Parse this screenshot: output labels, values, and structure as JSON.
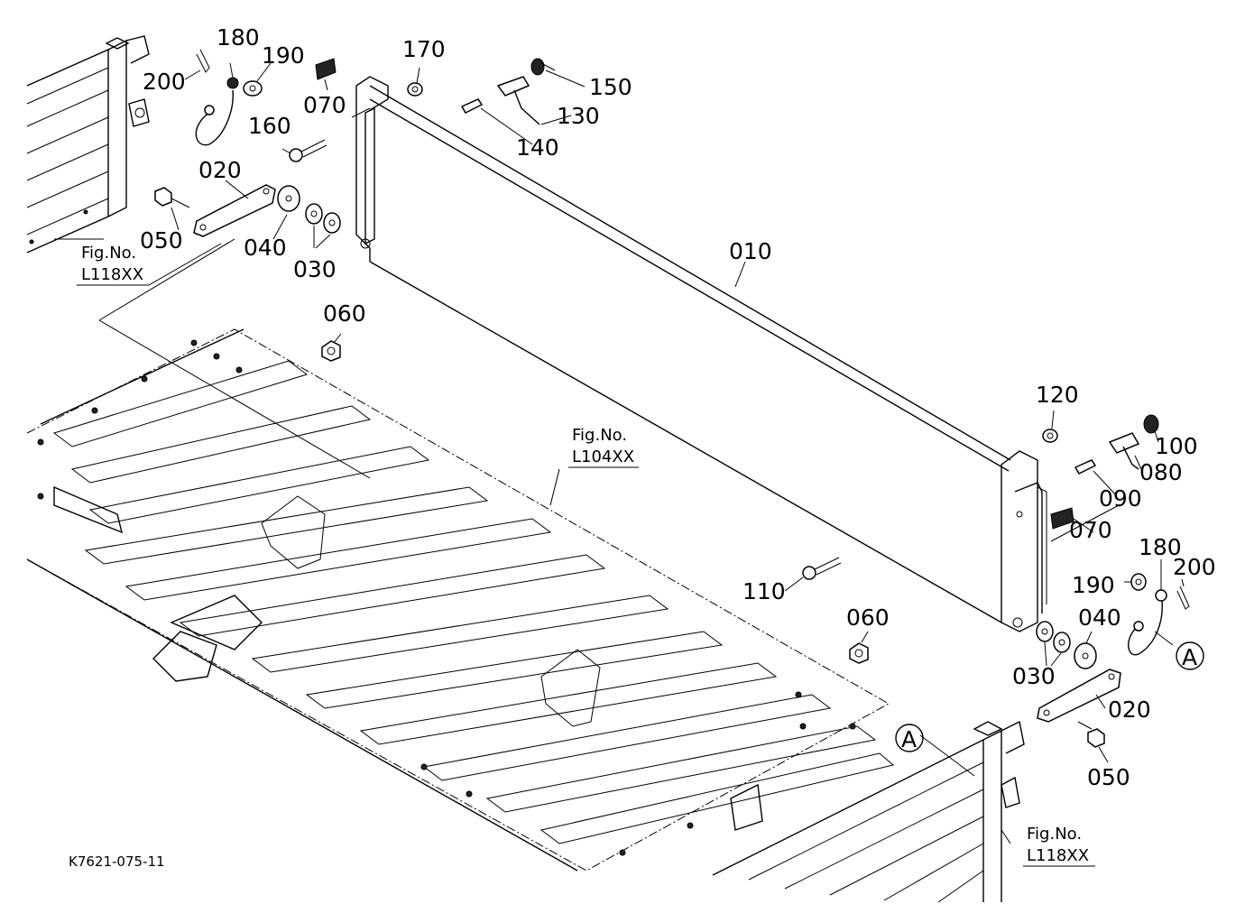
{
  "diagram_code": "K7621-075-11",
  "fig_refs": {
    "left_top": {
      "title": "Fig.No.",
      "code": "L118XX"
    },
    "center": {
      "title": "Fig.No.",
      "code": "L104XX"
    },
    "right_bottom": {
      "title": "Fig.No.",
      "code": "L118XX"
    }
  },
  "markers": {
    "a_right": "A",
    "a_bottom": "A"
  },
  "parts": {
    "p010": "010",
    "p020_left": "020",
    "p020_right": "020",
    "p030_left": "030",
    "p030_right": "030",
    "p040_left": "040",
    "p040_right": "040",
    "p050_left": "050",
    "p050_right": "050",
    "p060_top": "060",
    "p060_bottom": "060",
    "p070_left": "070",
    "p070_right": "070",
    "p080": "080",
    "p090": "090",
    "p100": "100",
    "p110": "110",
    "p120": "120",
    "p130": "130",
    "p140": "140",
    "p150": "150",
    "p160": "160",
    "p170": "170",
    "p180_left": "180",
    "p180_right": "180",
    "p190_left": "190",
    "p190_right": "190",
    "p200_left": "200",
    "p200_right": "200"
  }
}
